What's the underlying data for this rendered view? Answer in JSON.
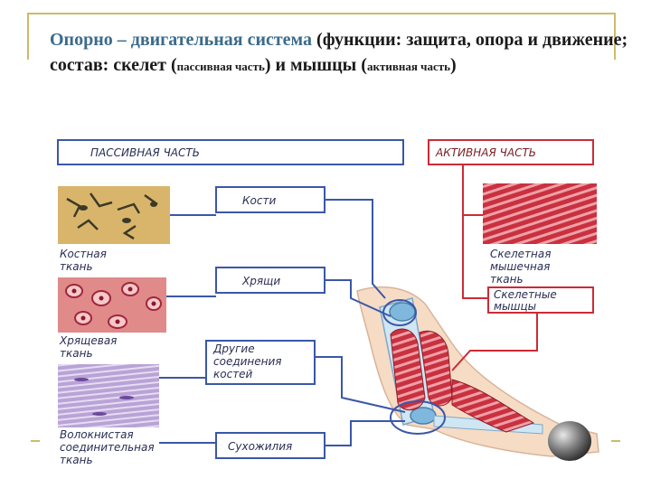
{
  "title": {
    "part1": "Опорно – двигательная система",
    "part2": " (функции: защита, опора и движение; состав: скелет (",
    "passive_note": "пассивная часть",
    "part3": ") и мышцы (",
    "active_note": "активная часть",
    "part4": ")"
  },
  "diagram": {
    "passive_header": "ПАССИВНАЯ ЧАСТЬ",
    "active_header": "АКТИВНАЯ ЧАСТЬ",
    "boxes": {
      "bones": "Кости",
      "cartilage": "Хрящи",
      "joints_line1": "Другие",
      "joints_line2": "соединения",
      "joints_line3": "костей",
      "tendons": "Сухожилия",
      "skeletal_muscles_line1": "Скелетные",
      "skeletal_muscles_line2": "мышцы"
    },
    "tissues": {
      "bone_line1": "Костная",
      "bone_line2": "ткань",
      "cartilage_line1": "Хрящевая",
      "cartilage_line2": "ткань",
      "fibrous_line1": "Волокнистая",
      "fibrous_line2": "соединительная",
      "fibrous_line3": "ткань",
      "muscle_line1": "Скелетная",
      "muscle_line2": "мышечная",
      "muscle_line3": "ткань"
    },
    "colors": {
      "passive": "#3a57a8",
      "active": "#cc2b36",
      "title_accent": "#3b6b8c"
    }
  }
}
